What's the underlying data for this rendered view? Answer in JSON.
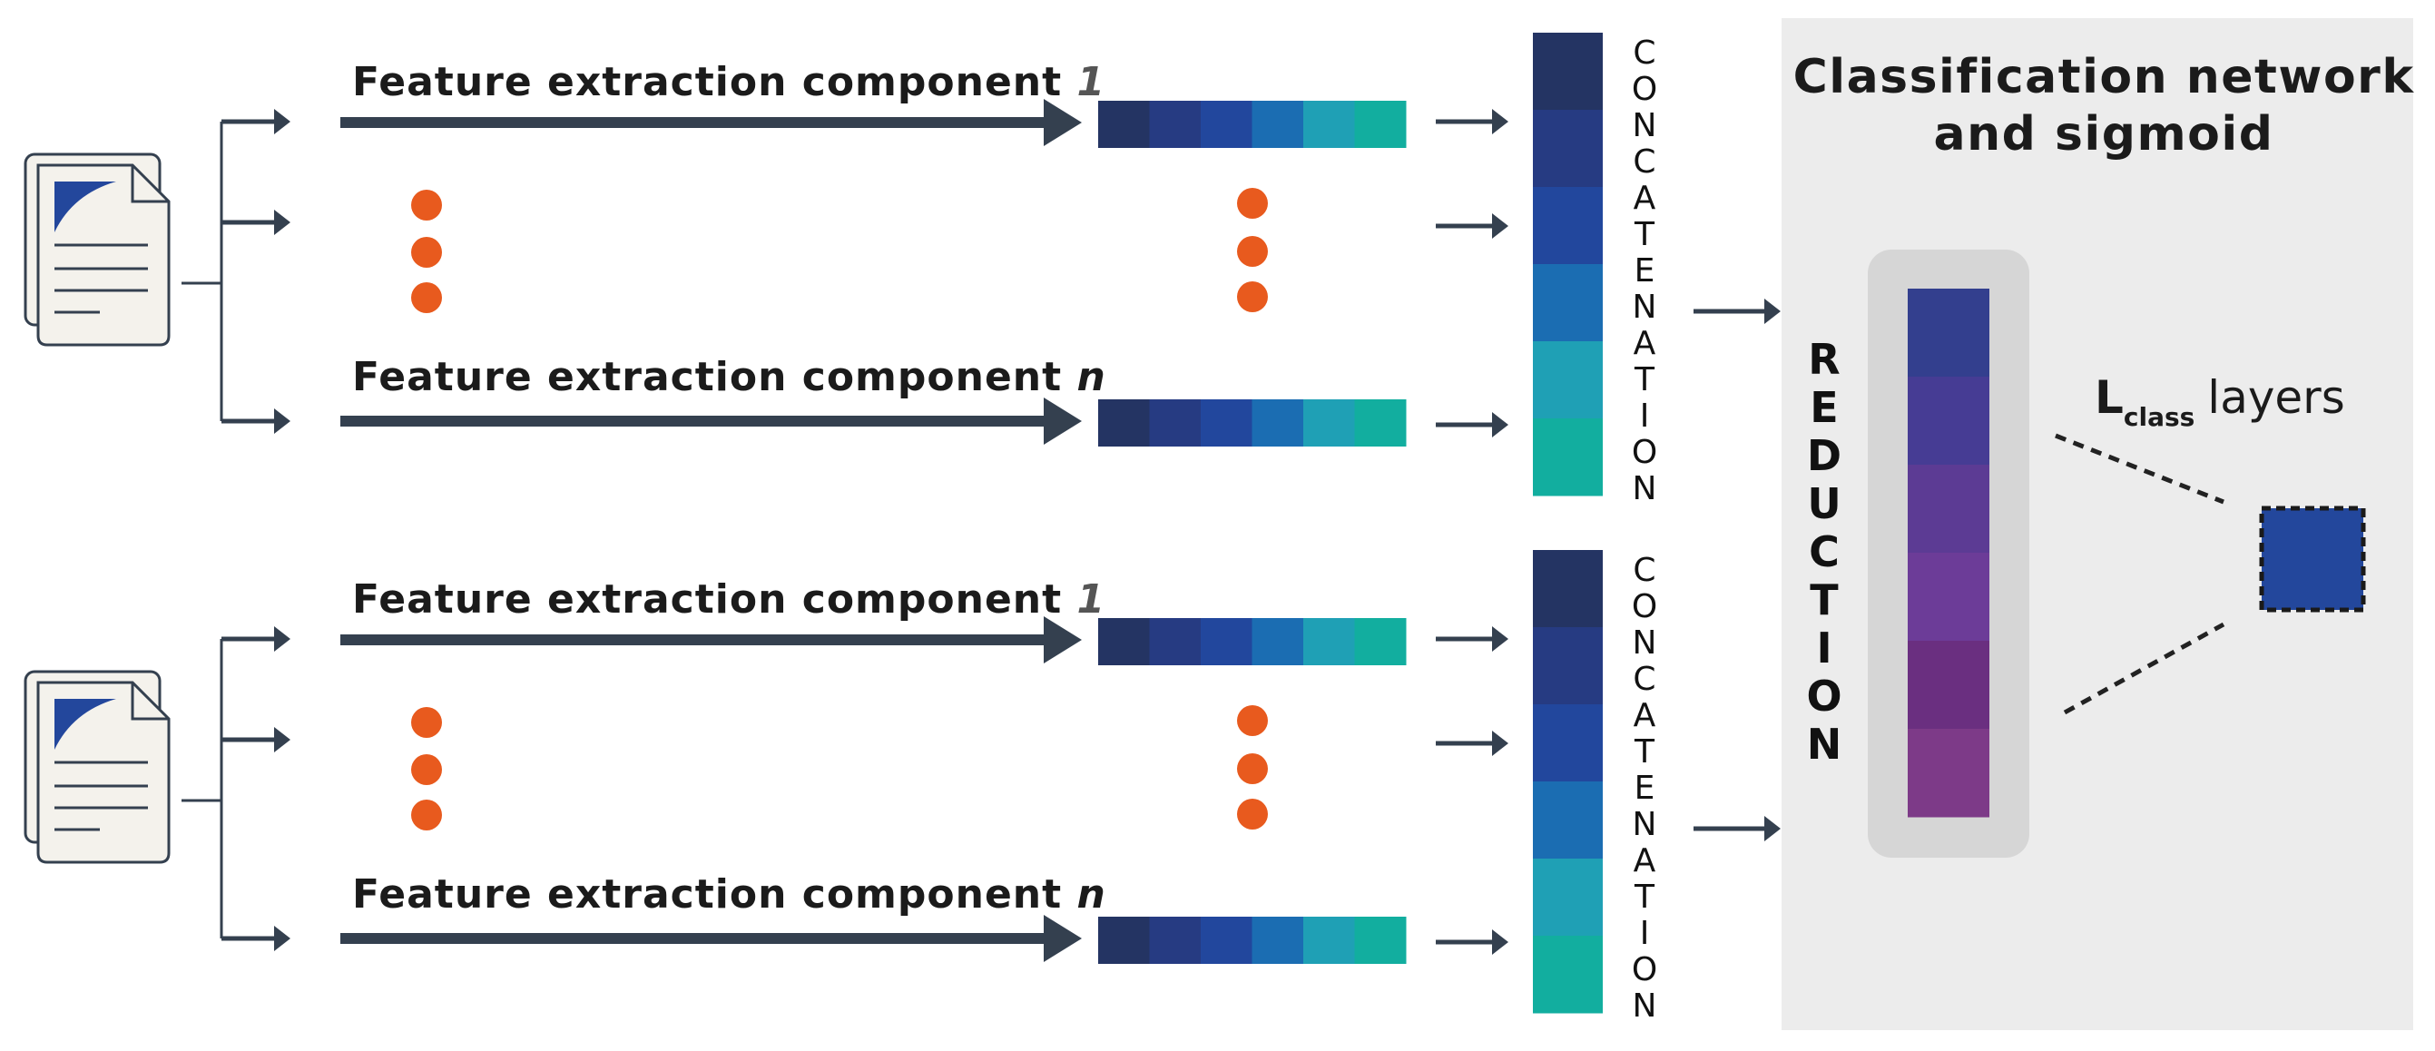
{
  "branches": [
    {
      "components": [
        {
          "label": "Feature extraction component",
          "index": "1"
        },
        {
          "label": "Feature extraction component",
          "index": "n"
        }
      ],
      "concat_label": "CONCATENATION"
    },
    {
      "components": [
        {
          "label": "Feature extraction component",
          "index": "1"
        },
        {
          "label": "Feature extraction component",
          "index": "n"
        }
      ],
      "concat_label": "CONCATENATION"
    }
  ],
  "classifier": {
    "title_line1": "Classification network",
    "title_line2": "and sigmoid",
    "reduction_label": "REDUCTION",
    "layers_label": {
      "main": "L",
      "sub": "class",
      "rest": "layers"
    }
  },
  "colors": {
    "arrow": "#34404f",
    "dot": "#e85a1e",
    "panel": "#ececec",
    "feature_bar": [
      "#243463",
      "#263b82",
      "#22479d",
      "#1b6db2",
      "#1fa0b5",
      "#12ae9f"
    ],
    "concat_bar": [
      "#243463",
      "#263b82",
      "#22479d",
      "#1b6db2",
      "#1fa0b5",
      "#12ae9f"
    ],
    "reduction_bar": [
      "#333f8e",
      "#463c94",
      "#5c3b94",
      "#6c3c98",
      "#6a2f80",
      "#7d3a88"
    ],
    "output_node": "#23479c"
  },
  "icons": [
    "document-stack-icon"
  ]
}
